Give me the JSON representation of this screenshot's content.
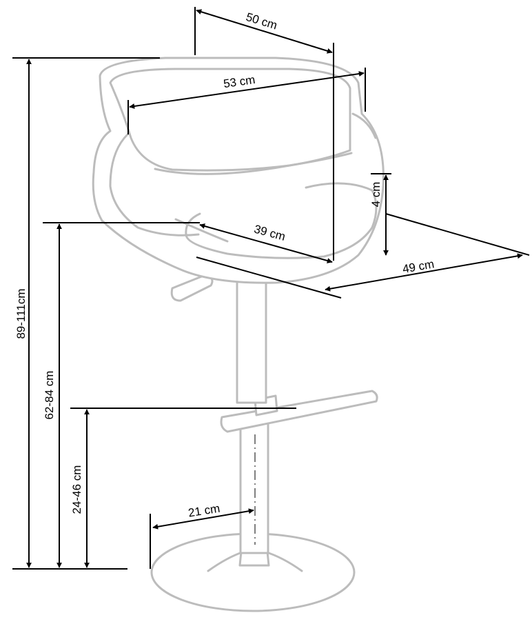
{
  "dimensions": {
    "seat_width": "50 cm",
    "backrest_width": "53 cm",
    "seat_depth": "39 cm",
    "seat_thickness": "4 cm",
    "total_depth": "49 cm",
    "total_height": "89-111cm",
    "seat_height": "62-84 cm",
    "footrest_height": "24-46 cm",
    "base_radius": "21 cm"
  }
}
